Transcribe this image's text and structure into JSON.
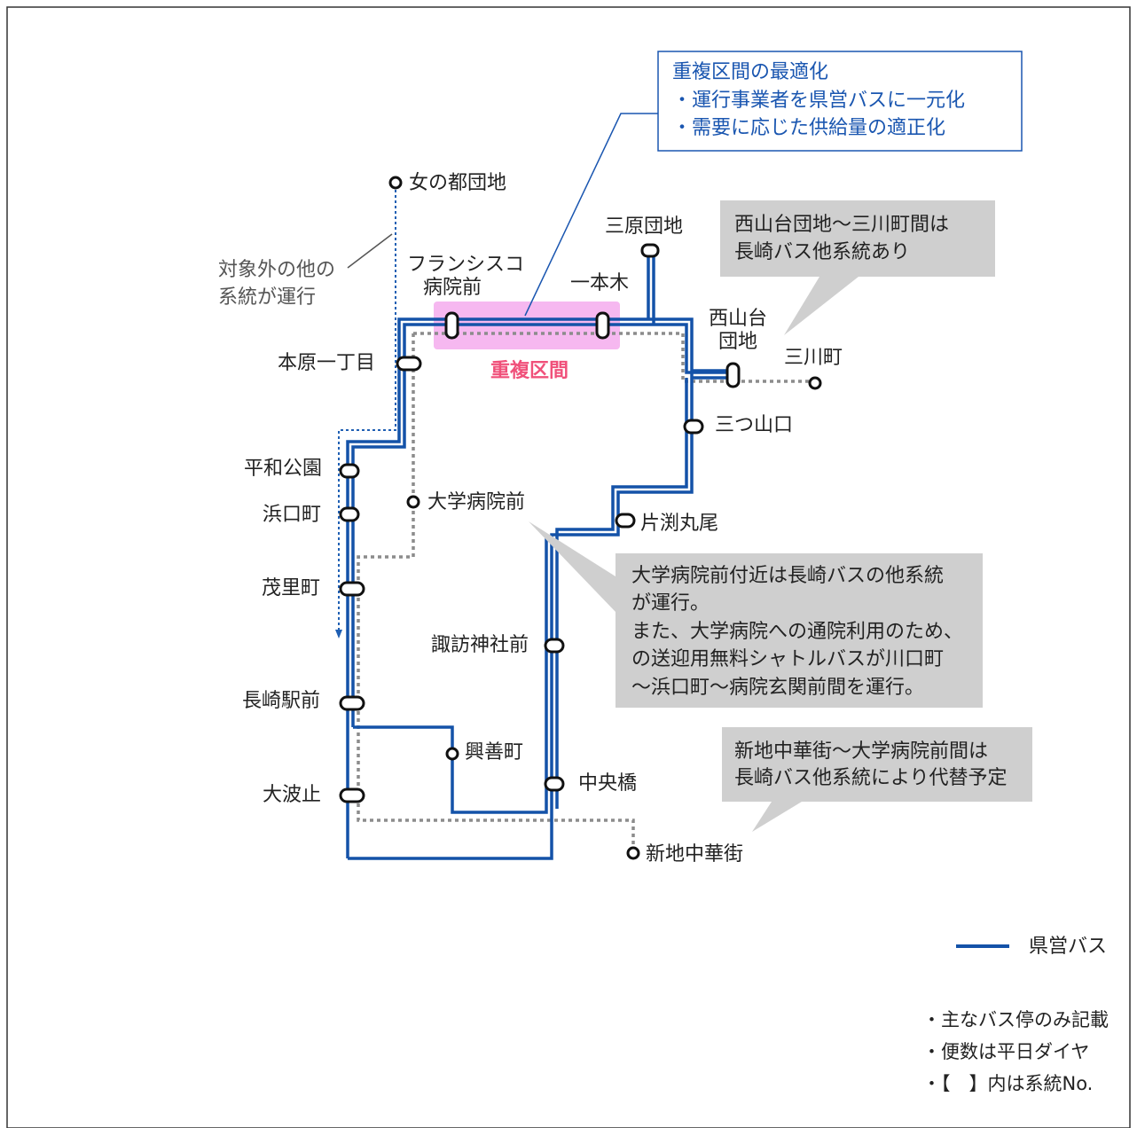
{
  "colors": {
    "route": "#1452a8",
    "other_route": "#1f5fb3",
    "dotted_gray": "#8c8c8c",
    "callout_gray": "#cfcfcf",
    "overlap_highlight": "#f6b8f0",
    "overlap_text": "#f0507a",
    "callout_border_blue": "#1a56b0"
  },
  "stops": {
    "onna_no_miyako": "女の都団地",
    "mihara": "三原団地",
    "francisco_line1": "フランシスコ",
    "francisco_line2": "病院前",
    "ipponki": "一本木",
    "nishiyamadai_line1": "西山台",
    "nishiyamadai_line2": "団地",
    "mikawamachi": "三川町",
    "motohara": "本原一丁目",
    "mitsuyamaguchi": "三つ山口",
    "heiwa_koen": "平和公園",
    "daigaku_byoin": "大学病院前",
    "hamaguchi": "浜口町",
    "katafuchi": "片渕丸尾",
    "mori": "茂里町",
    "suwa": "諏訪神社前",
    "nagasaki_eki": "長崎駅前",
    "kozen": "興善町",
    "chuobashi": "中央橋",
    "ohato": "大波止",
    "shinchi": "新地中華街"
  },
  "labels": {
    "other_route_line1": "対象外の他の",
    "other_route_line2": "系統が運行",
    "overlap_section": "重複区間"
  },
  "callouts": {
    "optimization": {
      "title": "重複区間の最適化",
      "item1": "・運行事業者を県営バスに一元化",
      "item2": "・需要に応じた供給量の適正化"
    },
    "nishiyamadai": {
      "line1": "西山台団地～三川町間は",
      "line2": "長崎バス他系統あり"
    },
    "daigaku": {
      "line1": "大学病院前付近は長崎バスの他系統",
      "line2": "が運行。",
      "line3": "また、大学病院への通院利用のため、",
      "line4": "の送迎用無料シャトルバスが川口町",
      "line5": "～浜口町～病院玄関前間を運行。"
    },
    "shinchi": {
      "line1": "新地中華街～大学病院前間は",
      "line2": "長崎バス他系統により代替予定"
    }
  },
  "legend": {
    "route_label": "県営バス"
  },
  "notes": {
    "note1": "・主なバス停のみ記載",
    "note2": "・便数は平日ダイヤ",
    "note3": "・【　】内は系統No."
  }
}
